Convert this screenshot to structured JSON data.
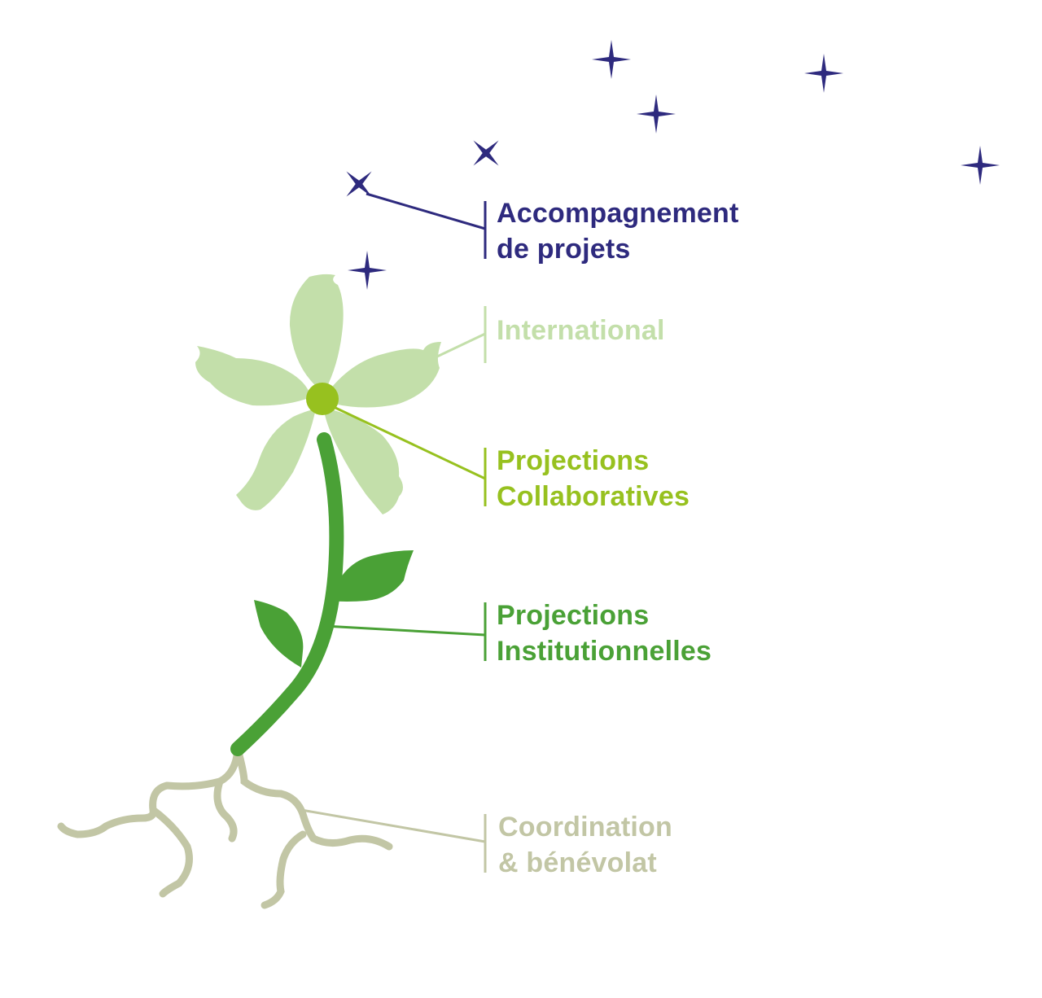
{
  "colors": {
    "purple": "#2e2a7e",
    "pale_green": "#c3dfaa",
    "lime": "#97c11f",
    "green": "#4aa136",
    "root": "#c2c6a5"
  },
  "labels": {
    "accompagnement": {
      "line1": "Accompagnement",
      "line2": "de projets"
    },
    "international": {
      "line1": "International"
    },
    "collaboratives": {
      "line1": "Projections",
      "line2": "Collaboratives"
    },
    "institutionnelles": {
      "line1": "Projections",
      "line2": "Institutionnelles"
    },
    "coordination": {
      "line1": "Coordination",
      "line2": "& bénévolat"
    }
  }
}
